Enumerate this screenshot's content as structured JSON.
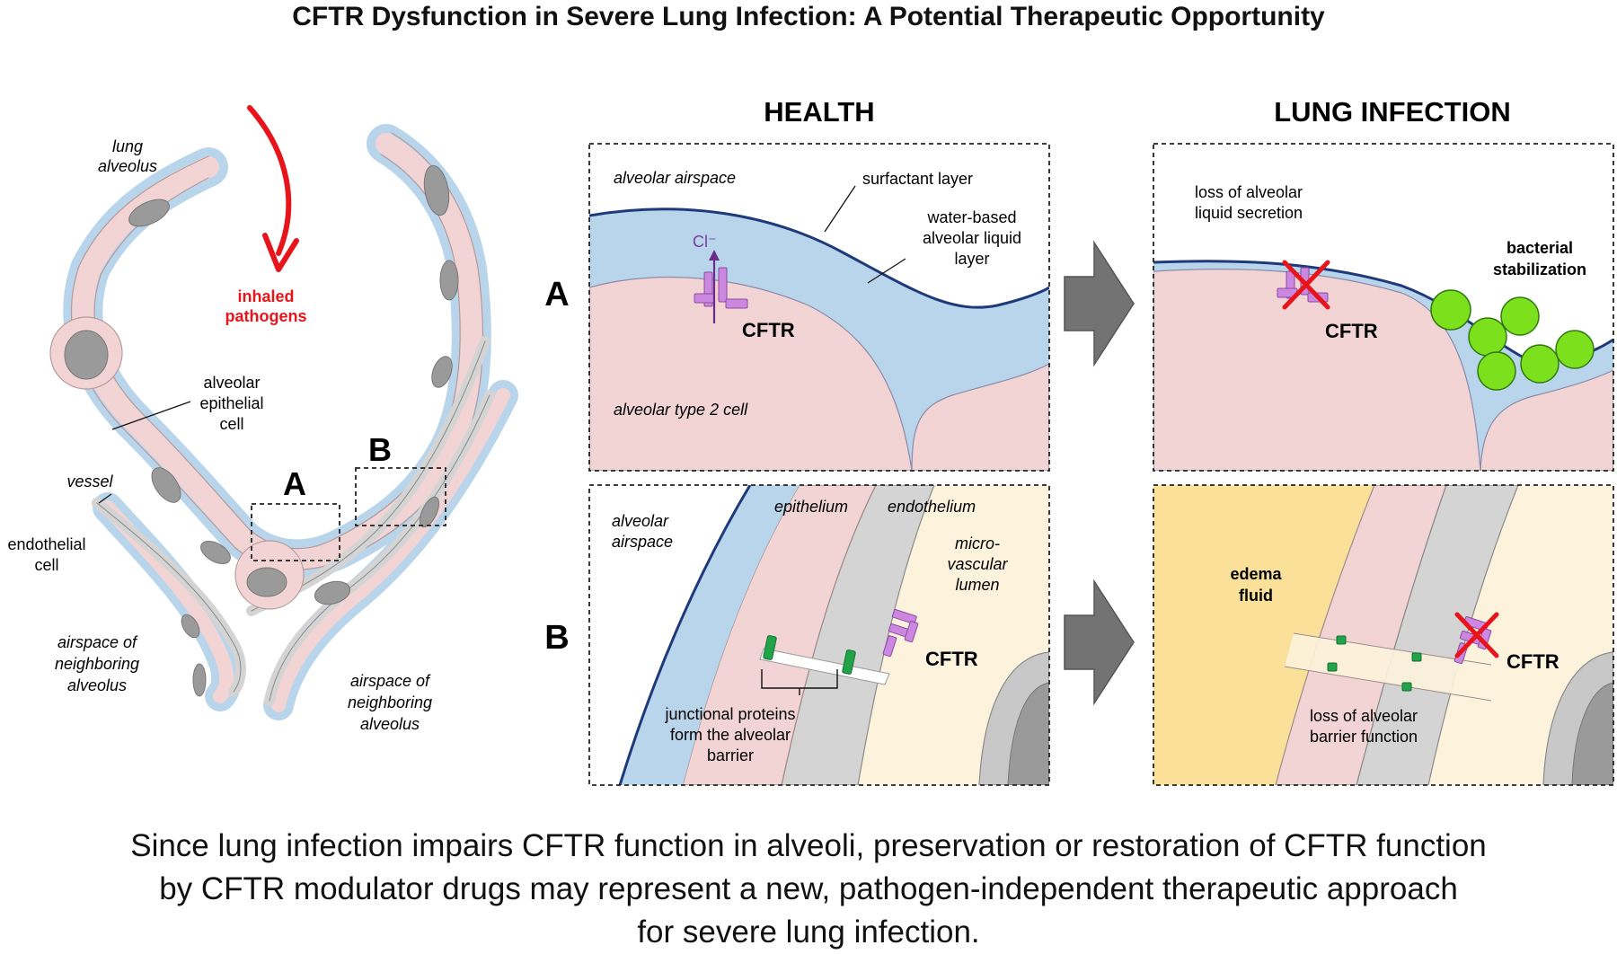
{
  "title": "CFTR Dysfunction in Severe Lung Infection: A Potential Therapeutic Opportunity",
  "overview": {
    "lung_alveolus": [
      "lung",
      "alveolus"
    ],
    "inhaled_pathogens": [
      "inhaled",
      "pathogens"
    ],
    "alveolar_epithelial_cell": [
      "alveolar",
      "epithelial",
      "cell"
    ],
    "vessel": "vessel",
    "endothelial_cell": [
      "endothelial",
      "cell"
    ],
    "airspace_left": [
      "airspace of",
      "neighboring",
      "alveolus"
    ],
    "airspace_right": [
      "airspace of",
      "neighboring",
      "alveolus"
    ],
    "box_a": "A",
    "box_b": "B"
  },
  "columns": {
    "health": "HEALTH",
    "infection": "LUNG INFECTION"
  },
  "rows": {
    "a": "A",
    "b": "B"
  },
  "panel_a_health": {
    "airspace": "alveolar airspace",
    "surfactant": "surfactant layer",
    "liquid_layer": [
      "water-based",
      "alveolar liquid",
      "layer"
    ],
    "chloride": "Cl⁻",
    "cftr": "CFTR",
    "type2": "alveolar type 2 cell"
  },
  "panel_a_infection": {
    "loss_secretion": [
      "loss of alveolar",
      "liquid secretion"
    ],
    "bacterial": [
      "bacterial",
      "stabilization"
    ],
    "cftr": "CFTR"
  },
  "panel_b_health": {
    "airspace": [
      "alveolar",
      "airspace"
    ],
    "epithelium": "epithelium",
    "endothelium": "endothelium",
    "lumen": [
      "micro-",
      "vascular",
      "lumen"
    ],
    "cftr": "CFTR",
    "junctional": [
      "junctional proteins",
      "form the alveolar",
      "barrier"
    ]
  },
  "panel_b_infection": {
    "edema": [
      "edema",
      "fluid"
    ],
    "cftr": "CFTR",
    "loss_barrier": [
      "loss of alveolar",
      "barrier function"
    ]
  },
  "caption": [
    "Since lung infection impairs CFTR function in alveoli, preservation or restoration of CFTR function",
    "by CFTR modulator drugs may represent a new, pathogen-independent therapeutic approach",
    "for severe lung infection."
  ],
  "colors": {
    "cell_pink": "#f2d4d4",
    "liquid_blue": "#b9d5ec",
    "surfactant_navy": "#1f3a7a",
    "endothelium_gray": "#d4d4d4",
    "lumen_cream": "#fdf3dc",
    "edema_yellow": "#fbe09a",
    "cftr_purple": "#cc88e0",
    "junction_green": "#22a34a",
    "bacteria_green": "#7de01c",
    "arrow_red": "#e8141b",
    "arrow_gray": "#737373"
  }
}
